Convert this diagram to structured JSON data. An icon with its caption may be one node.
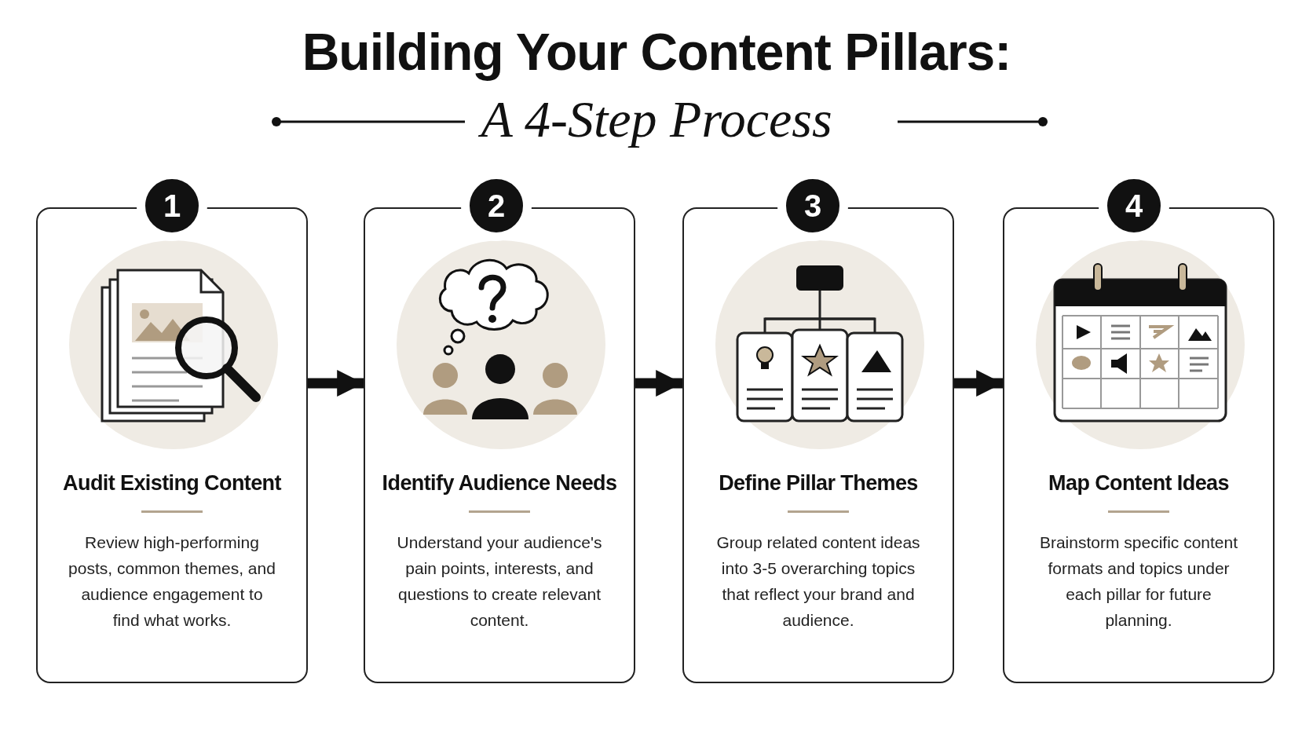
{
  "diagram": {
    "title": "Building Your Content Pillars:",
    "nodes": [
      {
        "text": [
          "1"
        ]
      },
      {
        "text": [
          "Audit Existing Content",
          "Review high-performing posts, common themes, and audience engagement to find what works."
        ]
      },
      {
        "text": [
          "2"
        ]
      },
      {
        "text": [
          "Identify Audience Needs",
          "Understand your audience's pain points, interests, and questions to create relevant content."
        ]
      },
      {
        "text": [
          "3"
        ]
      },
      {
        "text": [
          "Define Pillar Themes",
          "Group related content ideas into 3-5 overarching topics that reflect your brand and audience."
        ]
      },
      {
        "text": [
          "4"
        ]
      },
      {
        "text": [
          "Map Content Ideas",
          "Brainstorm specific content formats and topics under each pillar for future planning."
        ]
      }
    ],
    "edges": [
      {
        "from": 1,
        "to": 3,
        "arrow": "to"
      },
      {
        "from": 3,
        "to": 5,
        "arrow": "to"
      },
      {
        "from": 5,
        "to": 7,
        "arrow": "to"
      }
    ],
    "labels": [
      "A 4-Step Process"
    ]
  }
}
